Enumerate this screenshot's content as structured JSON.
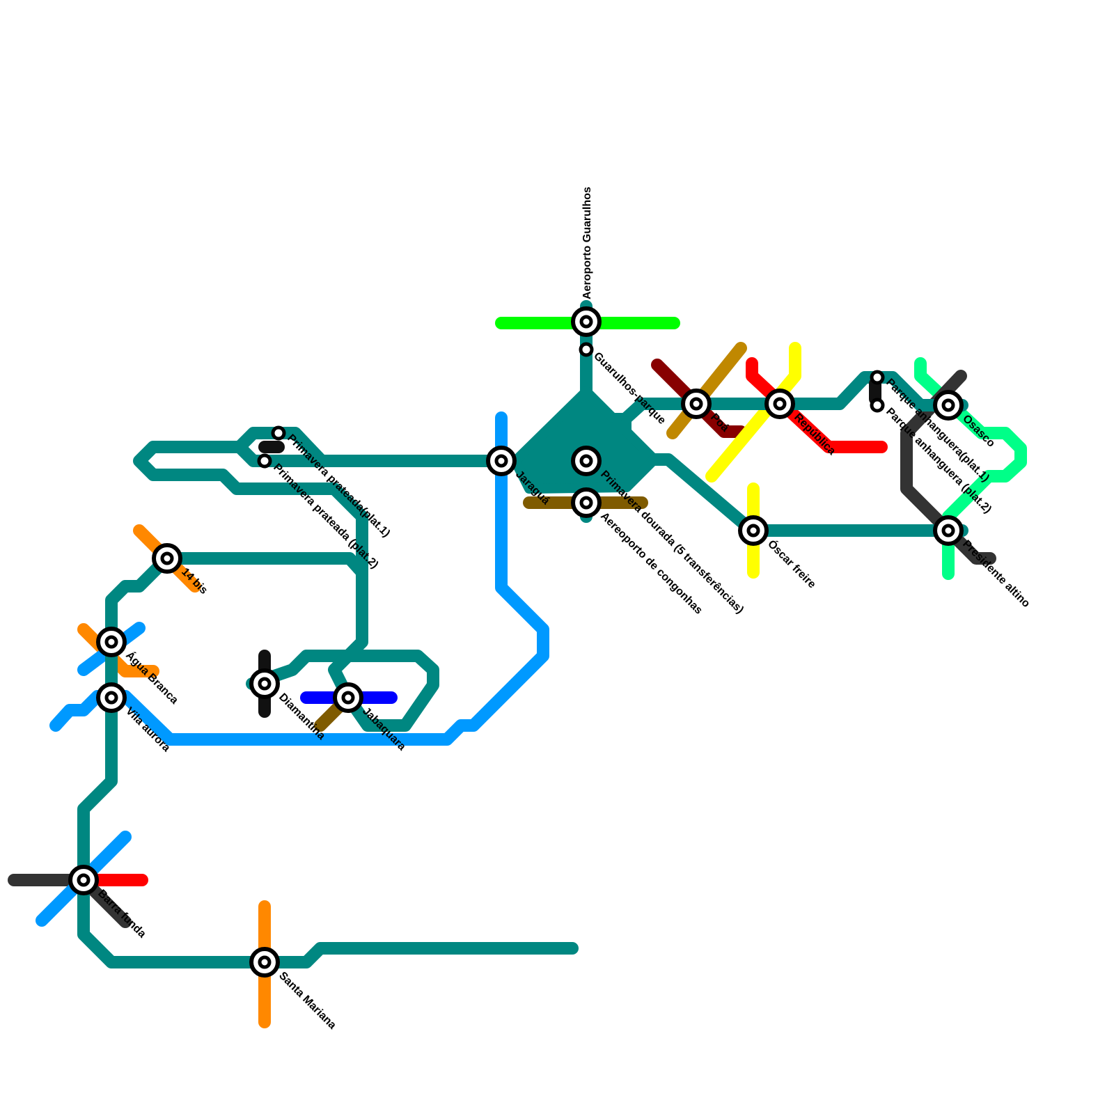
{
  "map": {
    "title": "Metro map",
    "colors": {
      "teal": "#008781",
      "blue": "#0099ff",
      "lime": "#00ff00",
      "orange": "#ff8800",
      "red": "#ff0000",
      "darkred": "#880000",
      "gold": "#c08800",
      "yellow": "#ffff00",
      "mint": "#00ff88",
      "darkgray": "#333333",
      "black": "#111111",
      "navy": "#0000ff",
      "brown": "#7f5b00"
    },
    "stations": [
      {
        "id": "aeroporto-guarulhos",
        "name": "Aeroporto Guarulhos",
        "type": "interchange"
      },
      {
        "id": "guarulhos-parque",
        "name": "Guarulhos-parque",
        "type": "stop"
      },
      {
        "id": "jaragua",
        "name": "Jaraguá",
        "type": "interchange"
      },
      {
        "id": "primavera-dourada",
        "name": "Primavera dourada (5 transferências)",
        "type": "interchange"
      },
      {
        "id": "aeroporto-congonhas",
        "name": "Aereoporto de congonhas",
        "type": "interchange"
      },
      {
        "id": "poa",
        "name": "Poá",
        "type": "interchange"
      },
      {
        "id": "republica",
        "name": "República",
        "type": "interchange"
      },
      {
        "id": "parque-anhanguera-1",
        "name": "Parque anhanguera(plat.1)",
        "type": "stop"
      },
      {
        "id": "parque-anhanguera-2",
        "name": "Parque anhanguera (plat.2)",
        "type": "stop"
      },
      {
        "id": "osasco",
        "name": "Osasco",
        "type": "interchange"
      },
      {
        "id": "oscar-freire",
        "name": "Óscar freire",
        "type": "interchange"
      },
      {
        "id": "presidente-altino",
        "name": "Presidente altino",
        "type": "interchange"
      },
      {
        "id": "primavera-prateada-1",
        "name": "Primavera prateada(plat.1)",
        "type": "stop"
      },
      {
        "id": "primavera-prateada-2",
        "name": "Primavera prateada (plat.2)",
        "type": "stop"
      },
      {
        "id": "14-bis",
        "name": "14 bis",
        "type": "interchange"
      },
      {
        "id": "agua-branca",
        "name": "Água Branca",
        "type": "interchange"
      },
      {
        "id": "vila-aurora",
        "name": "Vila aurora",
        "type": "interchange"
      },
      {
        "id": "diamantina",
        "name": "Diamantina",
        "type": "interchange"
      },
      {
        "id": "jabaquara",
        "name": "Jabaquara",
        "type": "interchange"
      },
      {
        "id": "barra-funda",
        "name": "Barra funda",
        "type": "interchange"
      },
      {
        "id": "santa-mariana",
        "name": "Santa Mariana",
        "type": "interchange"
      }
    ]
  }
}
